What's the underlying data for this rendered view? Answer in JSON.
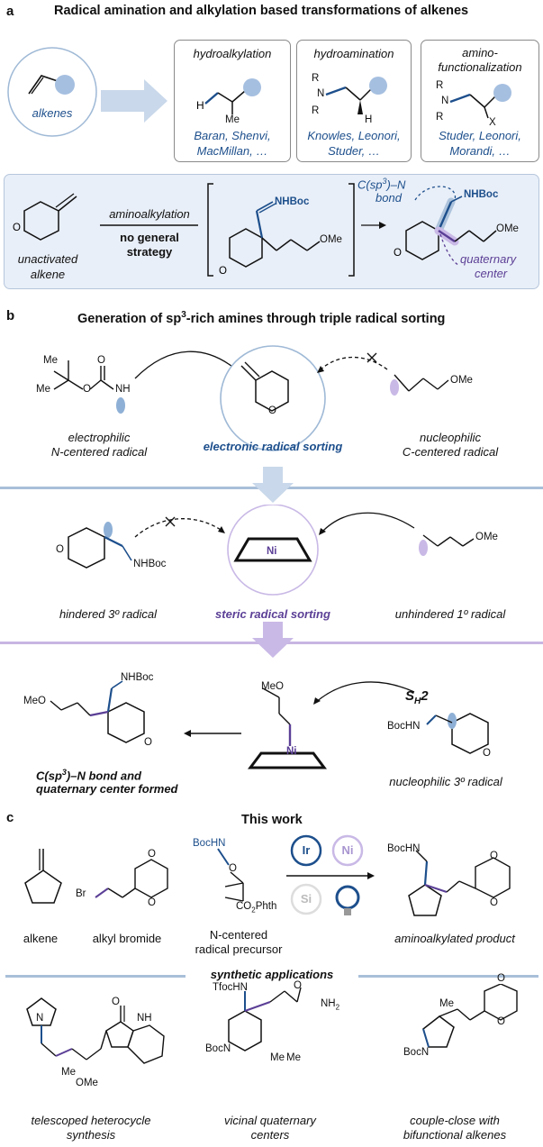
{
  "panel_a": {
    "letter": "a",
    "title": "Radical amination and alkylation based transformations of alkenes",
    "alkenes_label": "alkenes",
    "boxes": [
      {
        "heading": "hydroalkylation",
        "authors_1": "Baran, Shenvi,",
        "authors_2": "MacMillan, …",
        "me": "Me",
        "h": "H"
      },
      {
        "heading": "hydroamination",
        "authors_1": "Knowles, Leonori,",
        "authors_2": "Studer, …",
        "r1": "R",
        "n": "N",
        "r2": "R",
        "h": "H"
      },
      {
        "heading_1": "amino-",
        "heading_2": "functionalization",
        "authors_1": "Studer, Leonori,",
        "authors_2": "Morandi, …",
        "r1": "R",
        "n": "N",
        "r2": "R",
        "x": "X"
      }
    ],
    "lower": {
      "unactivated_1": "unactivated",
      "unactivated_2": "alkene",
      "arrow_label": "aminoalkylation",
      "no_general_1": "no general",
      "no_general_2": "strategy",
      "nhboc": "NHBoc",
      "ome": "OMe",
      "o": "O",
      "csp3_1": "C(sp",
      "csp3_sup": "3",
      "csp3_2": ")–N",
      "bond": "bond",
      "quaternary_1": "quaternary",
      "quaternary_2": "center"
    }
  },
  "panel_b": {
    "letter": "b",
    "title_pre": "Generation of sp",
    "title_sup": "3",
    "title_post": "-rich amines through triple radical sorting",
    "me": "Me",
    "o": "O",
    "nh": "NH",
    "ome": "OMe",
    "nhboc": "NHBoc",
    "bochn": "BocHN",
    "ni": "Ni",
    "electrophilic_1": "electrophilic",
    "electrophilic_2": "N-centered radical",
    "nucleophilic_1": "nucleophilic",
    "nucleophilic_2": "C-centered radical",
    "electronic_sorting": "electronic radical sorting",
    "hindered": "hindered 3º radical",
    "unhindered": "unhindered 1º radical",
    "steric_sorting": "steric radical sorting",
    "sh2_s": "S",
    "sh2_sub": "H",
    "sh2_2": "2",
    "nucleophilic_3": "nucleophilic 3º radical",
    "formed_1_pre": "C(sp",
    "formed_1_sup": "3",
    "formed_1_post": ")–N bond and",
    "formed_2": "quaternary center formed"
  },
  "panel_c": {
    "letter": "c",
    "title": "This work",
    "alkene": "alkene",
    "alkyl_bromide": "alkyl bromide",
    "precursor_1": "N-centered",
    "precursor_2": "radical precursor",
    "product": "aminoalkylated product",
    "br": "Br",
    "o": "O",
    "bochn": "BocHN",
    "co2phth": "CO",
    "co2phth_sub": "2",
    "co2phth_post": "Phth",
    "ir": "Ir",
    "ni": "Ni",
    "si": "Si",
    "applications": "synthetic applications",
    "apps": [
      {
        "label_1": "telescoped heterocycle",
        "label_2": "synthesis",
        "n": "N",
        "nh": "NH",
        "ome": "OMe",
        "me": "Me",
        "o": "O"
      },
      {
        "label_1": "vicinal quaternary",
        "label_2": "centers",
        "tfochn": "TfocHN",
        "bocn": "BocN",
        "nh2": "NH",
        "nh2_sub": "2",
        "o": "O",
        "me": "Me"
      },
      {
        "label_1": "couple-close with",
        "label_2": "bifunctional alkenes",
        "me": "Me",
        "bocn": "BocN",
        "o": "O"
      }
    ]
  },
  "colors": {
    "blue": "#1d4f8c",
    "purple": "#5b3f96",
    "light_blue": "#9fb9d6",
    "light_purple": "#c9b9e6",
    "sep_blue": "#a9bfd9",
    "sep_purple": "#c8b6e3",
    "panel_bg": "#e9eff8"
  }
}
